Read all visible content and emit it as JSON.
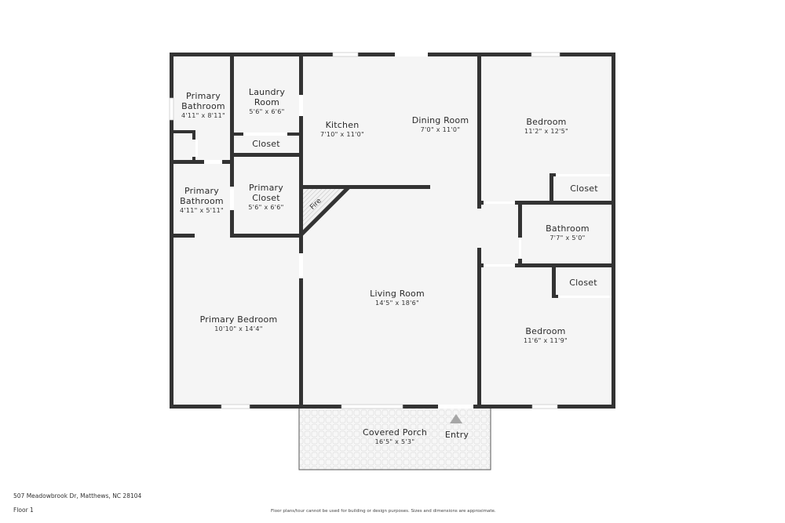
{
  "plan": {
    "floor": "Floor 1",
    "address": "507 Meadowbrook Dr, Matthews, NC 28104",
    "disclaimer": "Floor plans/tour cannot be used for building or design purposes. Sizes and dimensions are approximate.",
    "colors": {
      "wall": "#333333",
      "floor": "#f5f5f5",
      "window": "#ffffff",
      "porch_bg": "#f7f7f7",
      "porch_tile": "#e2e2e2",
      "entry_marker": "#a6a6a6",
      "text": "#2b2b2b"
    },
    "fireplace_label": "Fire",
    "entry_label": "Entry",
    "rooms": [
      {
        "name": "Primary\nBathroom",
        "line1": "Primary",
        "line2": "Bathroom",
        "dims": "4'11\" x 8'11\""
      },
      {
        "name": "Laundry Room",
        "line1": "Laundry",
        "line2": "Room",
        "dims": "5'6\" x 6'6\""
      },
      {
        "name": "Closet",
        "dims": ""
      },
      {
        "name": "Kitchen",
        "dims": "7'10\" x 11'0\""
      },
      {
        "name": "Dining Room",
        "dims": "7'0\" x 11'0\""
      },
      {
        "name": "Bedroom",
        "dims": "11'2\" x 12'5\""
      },
      {
        "name": "Closet",
        "dims": ""
      },
      {
        "name": "Primary Bathroom",
        "line1": "Primary",
        "line2": "Bathroom",
        "dims": "4'11\" x 5'11\""
      },
      {
        "name": "Primary Closet",
        "line1": "Primary",
        "line2": "Closet",
        "dims": "5'6\" x 6'6\""
      },
      {
        "name": "Bathroom",
        "dims": "7'7\" x 5'0\""
      },
      {
        "name": "Closet",
        "dims": ""
      },
      {
        "name": "Living Room",
        "dims": "14'5\" x 18'6\""
      },
      {
        "name": "Primary Bedroom",
        "dims": "10'10\" x 14'4\""
      },
      {
        "name": "Bedroom",
        "dims": "11'6\" x 11'9\""
      },
      {
        "name": "Covered Porch",
        "dims": "16'5\" x 5'3\""
      }
    ]
  }
}
